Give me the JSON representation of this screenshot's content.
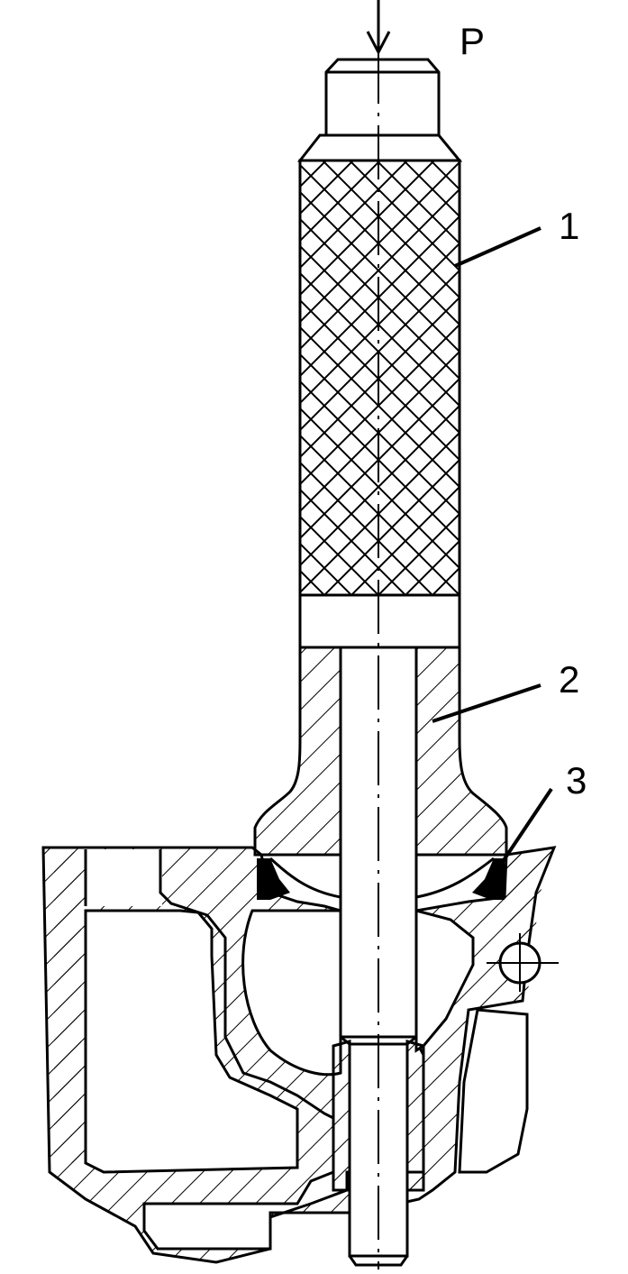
{
  "labels": {
    "force": "P",
    "part1": "1",
    "part2": "2",
    "part3": "3"
  },
  "colors": {
    "ink": "#000000",
    "paper": "#ffffff"
  }
}
